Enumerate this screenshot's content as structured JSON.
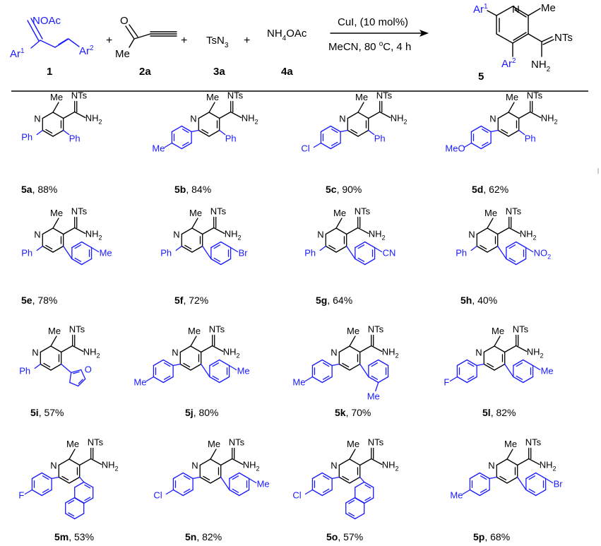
{
  "reaction": {
    "reagent_1": {
      "group": "NOAc",
      "ar1": "Ar",
      "ar1_sup": "1",
      "ar2": "Ar",
      "ar2_sup": "2",
      "label": "1"
    },
    "reagent_2": {
      "me": "Me",
      "label": "2a"
    },
    "reagent_3": {
      "main": "TsN",
      "sub": "3",
      "label": "3a"
    },
    "reagent_4": {
      "pre": "NH",
      "sub": "4",
      "post": "OAc",
      "label": "4a"
    },
    "plus": "+",
    "conditions_top": "CuI, (10 mol%)",
    "conditions_bottom_1": "MeCN, 80 ",
    "conditions_bottom_sup": "o",
    "conditions_bottom_2": "C, 4 h",
    "product": {
      "ar1": "Ar",
      "ar1_sup": "1",
      "ar2": "Ar",
      "ar2_sup": "2",
      "n": "N",
      "me": "Me",
      "nts": "NTs",
      "nh": "NH",
      "nh_sub": "2",
      "label": "5"
    }
  },
  "common": {
    "n": "N",
    "me": "Me",
    "nts": "NTs",
    "nh": "NH",
    "nh_sub": "2"
  },
  "compounds": [
    {
      "id": "5a",
      "ar1": "Ph",
      "ar2": "Ph",
      "yield": ", 88%"
    },
    {
      "id": "5b",
      "ar1": "4-MeC6H4",
      "ar1_sub": "Me",
      "ar2": "Ph",
      "yield": ", 84%"
    },
    {
      "id": "5c",
      "ar1": "4-ClC6H4",
      "ar1_sub": "Cl",
      "ar2": "Ph",
      "yield": ", 90%"
    },
    {
      "id": "5d",
      "ar1": "4-MeOC6H4",
      "ar1_sub": "MeO",
      "ar2": "Ph",
      "yield": ", 62%"
    },
    {
      "id": "5e",
      "ar1": "Ph",
      "ar2": "4-MeC6H4",
      "ar2_sub": "Me",
      "yield": ", 78%"
    },
    {
      "id": "5f",
      "ar1": "Ph",
      "ar2": "4-BrC6H4",
      "ar2_sub": "Br",
      "yield": ", 72%"
    },
    {
      "id": "5g",
      "ar1": "Ph",
      "ar2": "4-NCC6H4",
      "ar2_sub": "CN",
      "yield": ", 64%"
    },
    {
      "id": "5h",
      "ar1": "Ph",
      "ar2": "4-O2NC6H4",
      "ar2_sub": "NO",
      "ar2_sub_sub": "2",
      "yield": ", 40%"
    },
    {
      "id": "5i",
      "ar1": "Ph",
      "ar2": "2-furyl",
      "yield": ", 57%"
    },
    {
      "id": "5j",
      "ar1": "4-MeC6H4",
      "ar1_sub": "Me",
      "ar2": "4-MeC6H4",
      "ar2_sub": "Me",
      "yield": ", 80%"
    },
    {
      "id": "5k",
      "ar1": "4-MeC6H4",
      "ar1_sub": "Me",
      "ar2": "2-MeC6H4",
      "ar2_sub": "Me",
      "yield": ", 70%"
    },
    {
      "id": "5l",
      "ar1": "4-FC6H4",
      "ar1_sub": "F",
      "ar2": "4-MeC6H4",
      "ar2_sub": "Me",
      "yield": ", 82%"
    },
    {
      "id": "5m",
      "ar1": "4-FC6H4",
      "ar1_sub": "F",
      "ar2": "1-naphthyl",
      "yield": ", 53%"
    },
    {
      "id": "5n",
      "ar1": "4-ClC6H4",
      "ar1_sub": "Cl",
      "ar2": "4-MeC6H4",
      "ar2_sub": "Me",
      "yield": ", 82%"
    },
    {
      "id": "5o",
      "ar1": "4-ClC6H4",
      "ar1_sub": "Cl",
      "ar2": "1-naphthyl",
      "yield": ", 57%"
    },
    {
      "id": "5p",
      "ar1": "4-MeC6H4",
      "ar1_sub": "Me",
      "ar2": "4-BrC6H4",
      "ar2_sub": "Br",
      "yield": ", 68%"
    }
  ]
}
